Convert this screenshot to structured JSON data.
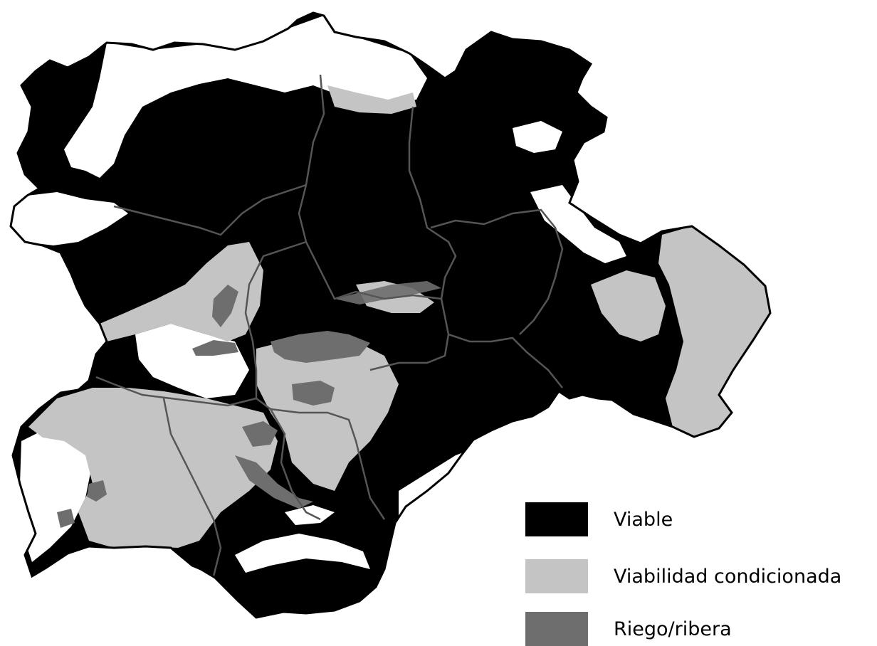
{
  "map": {
    "colors": {
      "background": "#ffffff",
      "province_borders": "#555555",
      "outline": "#000000"
    }
  },
  "legend": {
    "items": [
      {
        "key": "viable",
        "label": "Viable",
        "color": "#000000"
      },
      {
        "key": "condicionada",
        "label": "Viabilidad condicionada",
        "color": "#c4c4c4"
      },
      {
        "key": "riego",
        "label": "Riego/ribera",
        "color": "#6e6e6e"
      }
    ]
  }
}
